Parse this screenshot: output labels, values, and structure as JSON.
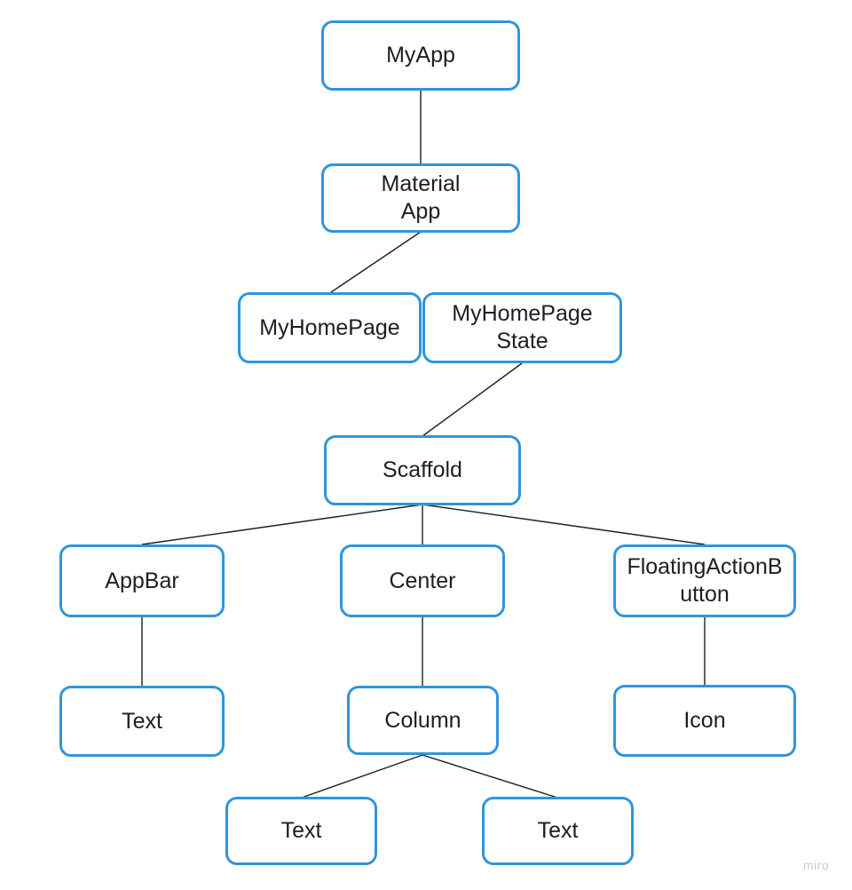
{
  "colors": {
    "node_border": "#2f95dc",
    "edge": "#1e1e1e",
    "text": "#1e1e1e",
    "watermark": "#c9c9c9"
  },
  "nodes": {
    "myapp": "MyApp",
    "material_app": "Material\nApp",
    "my_home_page": "MyHomePage",
    "my_home_page_state": "MyHomePage\nState",
    "scaffold": "Scaffold",
    "appbar": "AppBar",
    "center": "Center",
    "fab": "FloatingActionB\nutton",
    "appbar_text": "Text",
    "column": "Column",
    "icon": "Icon",
    "column_text_1": "Text",
    "column_text_2": "Text"
  },
  "edges": [
    [
      "myapp",
      "material_app"
    ],
    [
      "material_app",
      "my_home_page"
    ],
    [
      "my_home_page_state",
      "scaffold"
    ],
    [
      "scaffold",
      "appbar"
    ],
    [
      "scaffold",
      "center"
    ],
    [
      "scaffold",
      "fab"
    ],
    [
      "appbar",
      "appbar_text"
    ],
    [
      "center",
      "column"
    ],
    [
      "fab",
      "icon"
    ],
    [
      "column",
      "column_text_1"
    ],
    [
      "column",
      "column_text_2"
    ]
  ],
  "watermark": "miro"
}
